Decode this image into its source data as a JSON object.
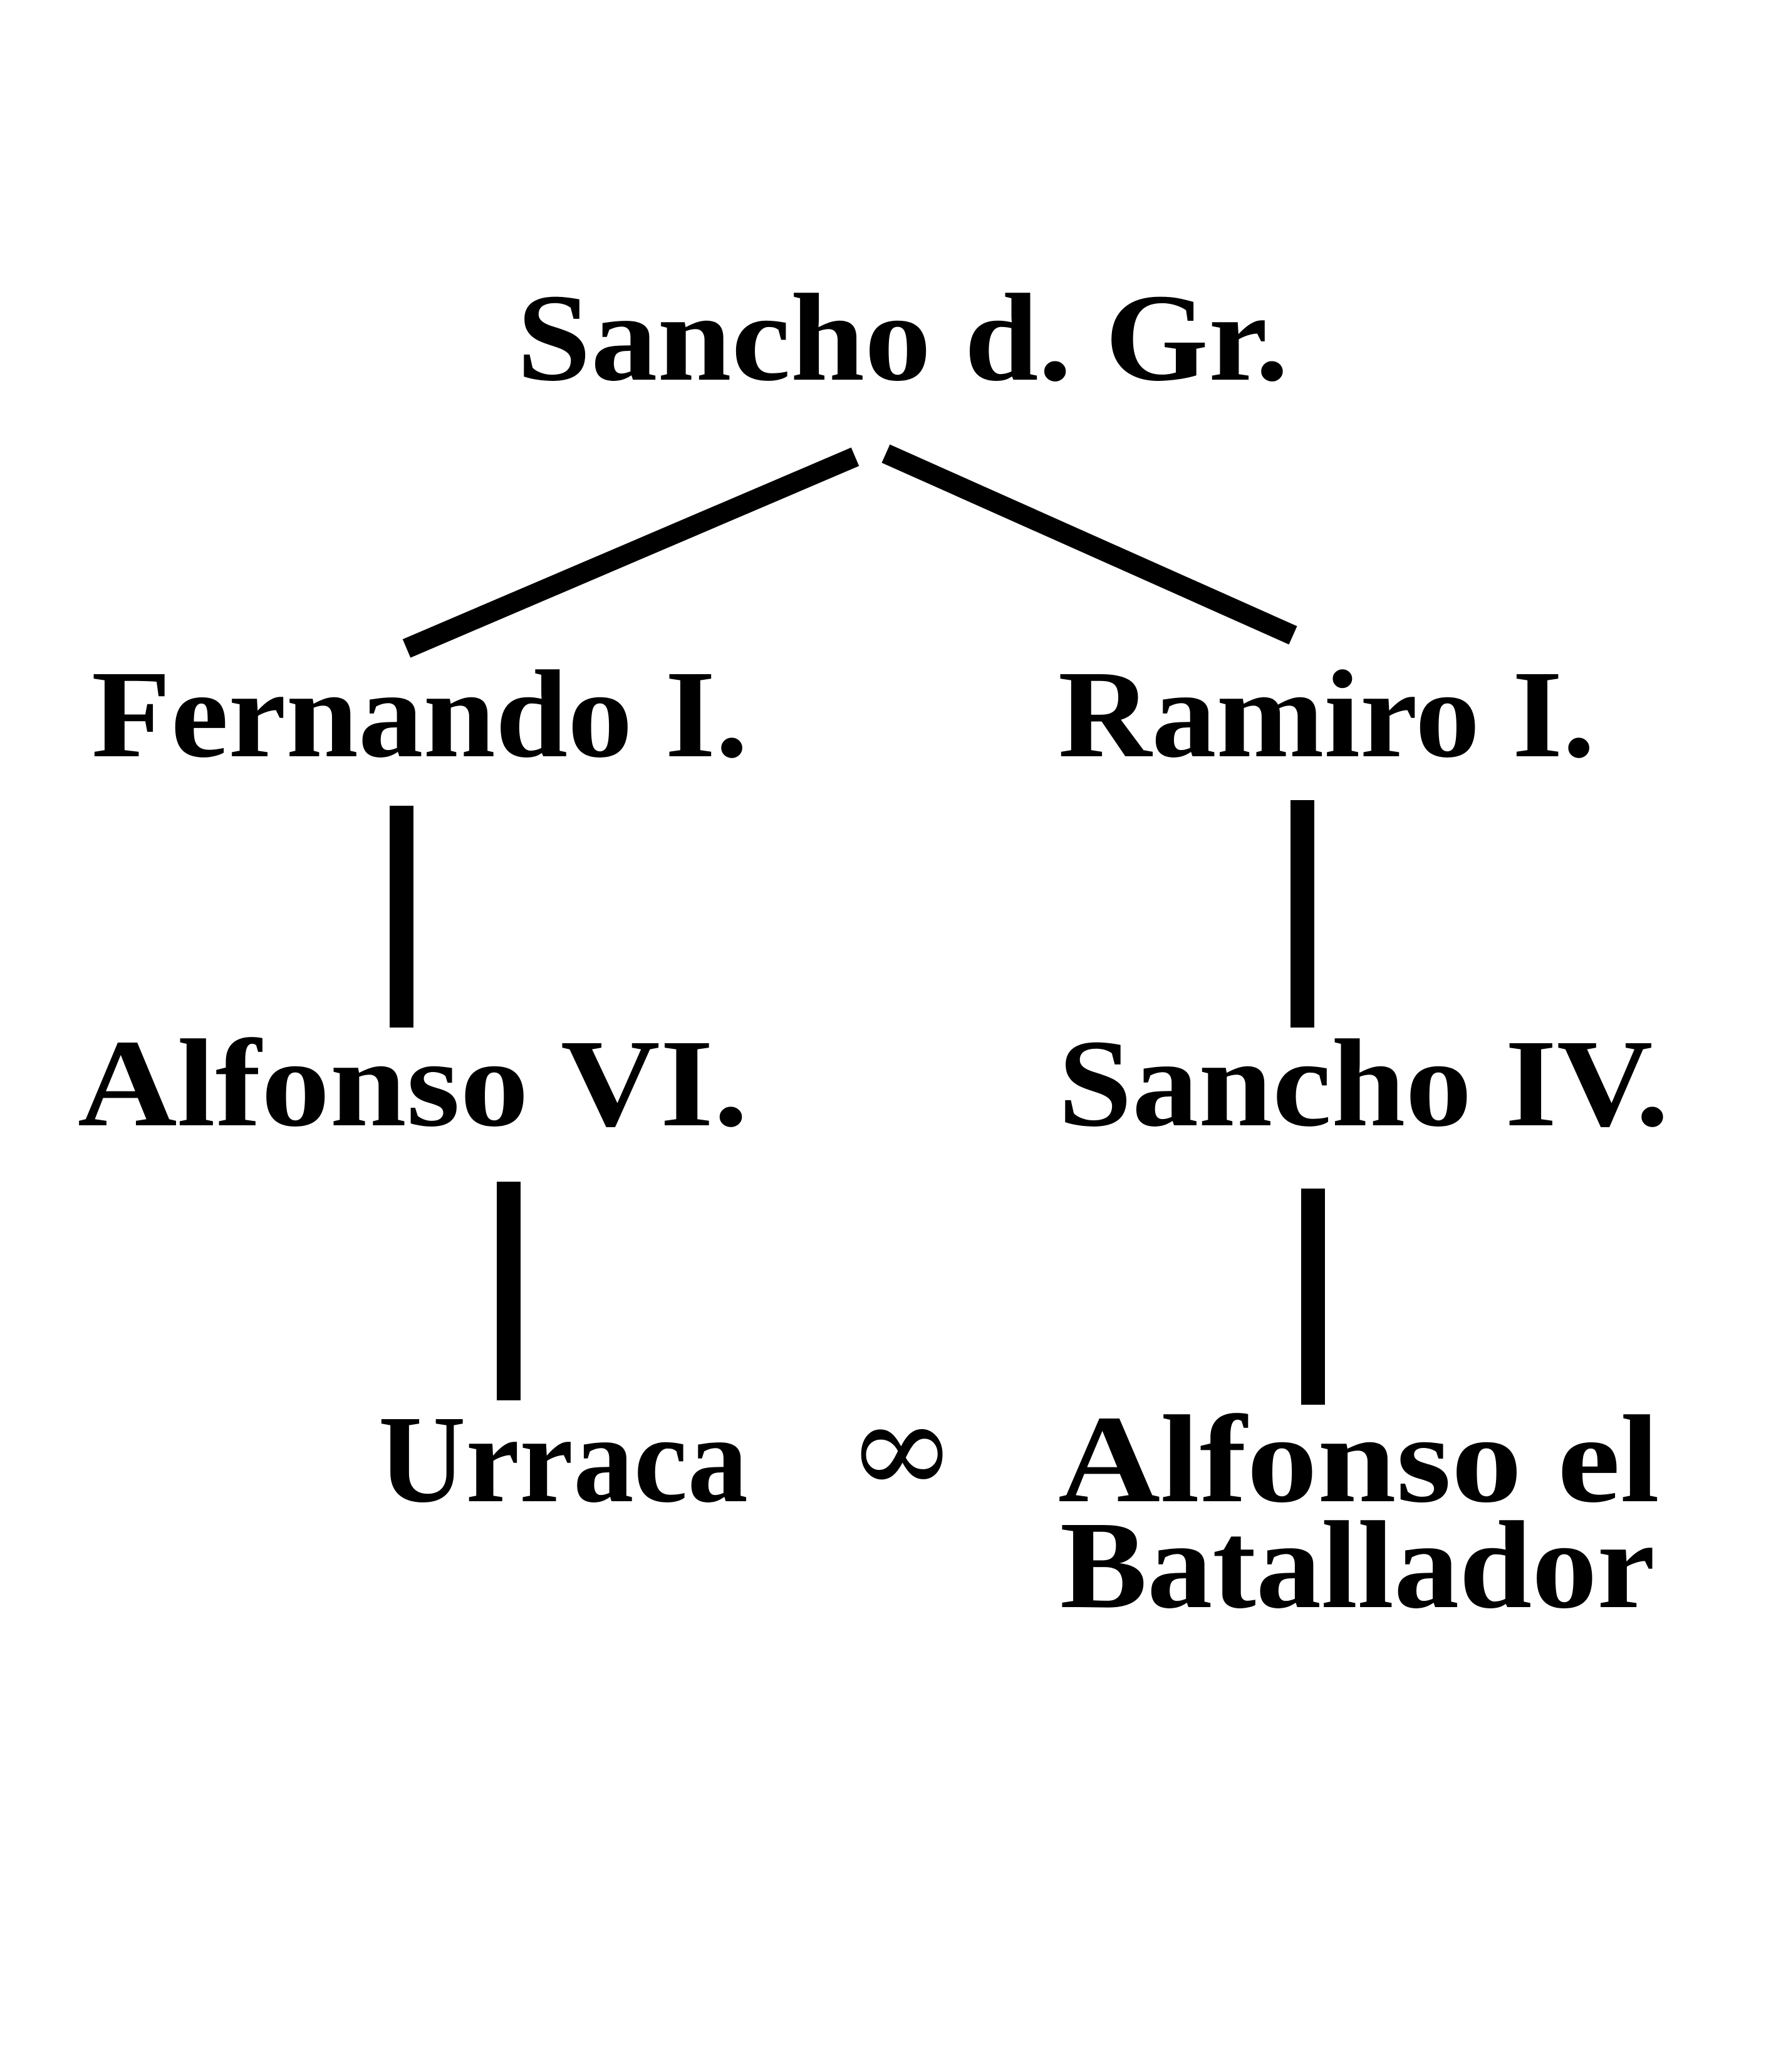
{
  "tree": {
    "root": "Sancho d. Gr.",
    "generation_2": {
      "left": "Fernando I.",
      "right": "Ramiro I."
    },
    "generation_3": {
      "left": "Alfonso VI.",
      "right": "Sancho IV."
    },
    "generation_4": {
      "left": "Urraca",
      "marriage_symbol": "∞",
      "right_line1": "Alfonso el",
      "right_line2": "Batallador"
    }
  },
  "colors": {
    "text": "#000000",
    "background": "#ffffff"
  }
}
